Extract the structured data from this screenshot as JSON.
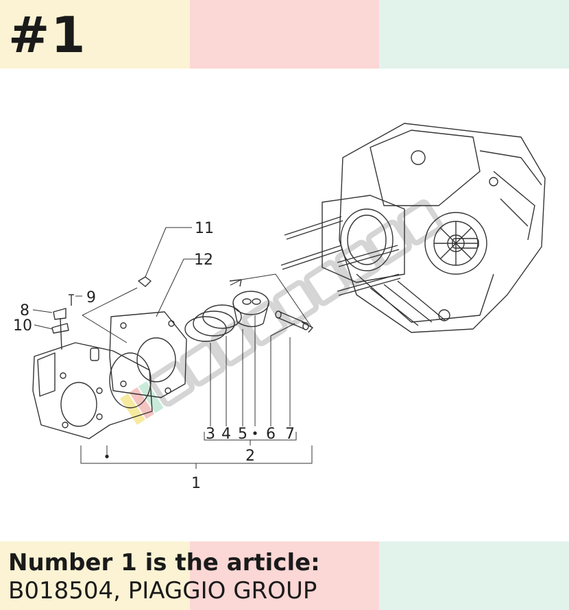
{
  "heading": "#1",
  "colors": {
    "yellow": "#fbf3d4",
    "pink": "#fbd7d5",
    "mint": "#e2f3ec",
    "ink": "#1a1a1a",
    "line": "#333333",
    "watermark": "#d8d8d8"
  },
  "diagram": {
    "callouts": [
      "1",
      "2",
      "3",
      "4",
      "5",
      "6",
      "7",
      "8",
      "9",
      "10",
      "11",
      "12"
    ]
  },
  "caption": {
    "line1": "Number 1 is the article:",
    "line2": "B018504, PIAGGIO GROUP"
  }
}
